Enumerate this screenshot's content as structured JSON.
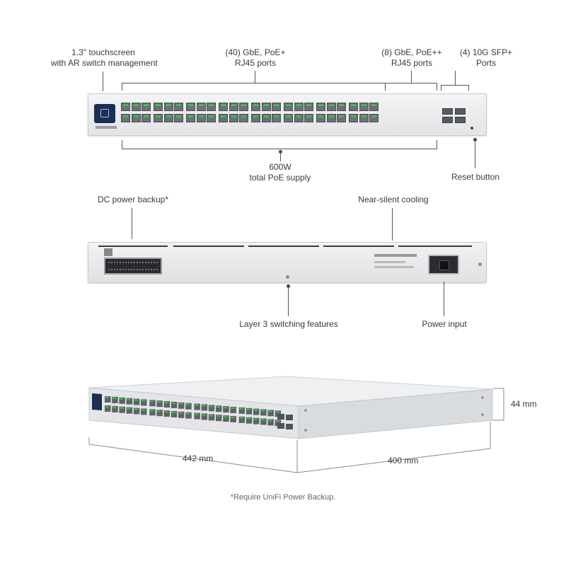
{
  "front_labels": {
    "touchscreen": [
      "1.3\" touchscreen",
      "with AR switch management"
    ],
    "gbe_poe_plus": [
      "(40) GbE, PoE+",
      "RJ45 ports"
    ],
    "gbe_poe_plusplus": [
      "(8) GbE, PoE++",
      "RJ45 ports"
    ],
    "sfp_plus": [
      "(4) 10G SFP+",
      "Ports"
    ],
    "poe_supply": [
      "600W",
      "total PoE supply"
    ],
    "reset": "Reset button"
  },
  "rear_labels": {
    "dc_backup": "DC power backup*",
    "cooling": "Near-silent cooling",
    "layer3": "Layer 3 switching features",
    "power_input": "Power input"
  },
  "dimensions": {
    "height": "44 mm",
    "width": "442 mm",
    "depth": "400 mm"
  },
  "footnote": "*Require UniFi Power Backup.",
  "colors": {
    "port_led": "#39c04a",
    "touchscreen": "#1c2e52",
    "chassis": "#e6e8ea",
    "leader": "#555555"
  }
}
